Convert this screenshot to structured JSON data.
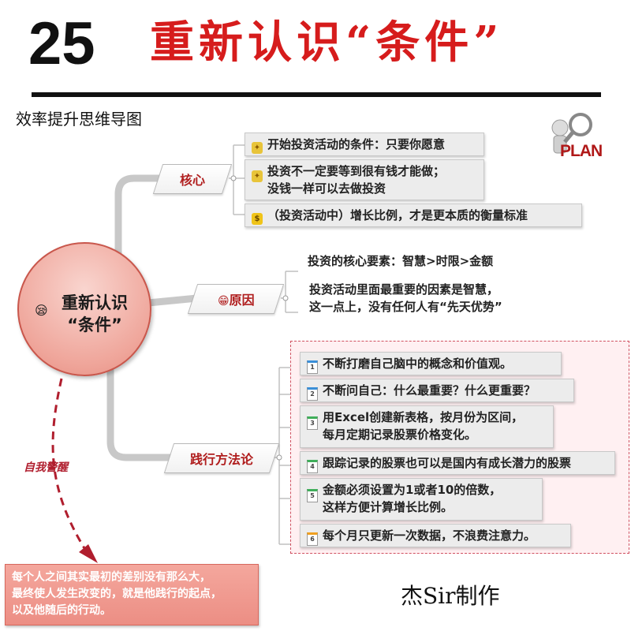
{
  "header": {
    "number": "25",
    "title": "重新认识“条件”",
    "subtitle": "效率提升思维导图"
  },
  "logo": {
    "text": "PLAN",
    "icon": "magnifier-person-icon"
  },
  "central": {
    "line1": "重新认识",
    "line2": "“条件”",
    "icon": "emoji-face-icon"
  },
  "branches": [
    {
      "label": "核心",
      "items": [
        {
          "icon": "medal-icon",
          "lines": [
            "开始投资活动的条件：只要你愿意"
          ]
        },
        {
          "icon": "medal-icon",
          "lines": [
            "投资不一定要等到很有钱才能做；",
            "没钱一样可以去做投资"
          ]
        },
        {
          "icon": "dollar-icon",
          "lines": [
            "（投资活动中）增长比例，才是更本质的衡量标准"
          ]
        }
      ]
    },
    {
      "label": "原因",
      "icon": "smiley-icon",
      "items": [
        {
          "lines": [
            "投资的核心要素：智慧>时限>金额"
          ]
        },
        {
          "lines": [
            "投资活动里面最重要的因素是智慧，",
            "这一点上，没有任何人有“先天优势”"
          ]
        }
      ]
    },
    {
      "label": "践行方法论",
      "items": [
        {
          "icon": "calendar-icon",
          "num": "1",
          "lines": [
            "不断打磨自己脑中的概念和价值观。"
          ]
        },
        {
          "icon": "calendar-icon",
          "num": "2",
          "lines": [
            "不断问自己：什么最重要？什么更重要？"
          ]
        },
        {
          "icon": "calendar-icon",
          "num": "3",
          "lines": [
            "用Excel创建新表格，按月份为区间，",
            "每月定期记录股票价格变化。"
          ]
        },
        {
          "icon": "calendar-icon",
          "num": "4",
          "lines": [
            "跟踪记录的股票也可以是国内有成长潜力的股票"
          ]
        },
        {
          "icon": "calendar-icon",
          "num": "5",
          "lines": [
            "金额必须设置为1或者10的倍数，",
            "这样方便计算增长比例。"
          ]
        },
        {
          "icon": "calendar-icon",
          "num": "6",
          "lines": [
            "每个月只更新一次数据，不浪费注意力。"
          ]
        }
      ]
    }
  ],
  "warning": {
    "label": "自我警醒",
    "lines": [
      "每个人之间其实最初的差别没有那么大，",
      "最终使人发生改变的，就是他践行的起点，",
      "以及他随后的行动。"
    ]
  },
  "footer": {
    "maker": "杰Sir制作"
  },
  "colors": {
    "accent_red": "#d61c1c",
    "node_fill": "#efa59a",
    "card_gray": "#ececec",
    "calendar_colors": [
      "#3a8fd8",
      "#3a8fd8",
      "#3fae5a",
      "#3fae5a",
      "#3fae5a",
      "#f0a020"
    ]
  }
}
